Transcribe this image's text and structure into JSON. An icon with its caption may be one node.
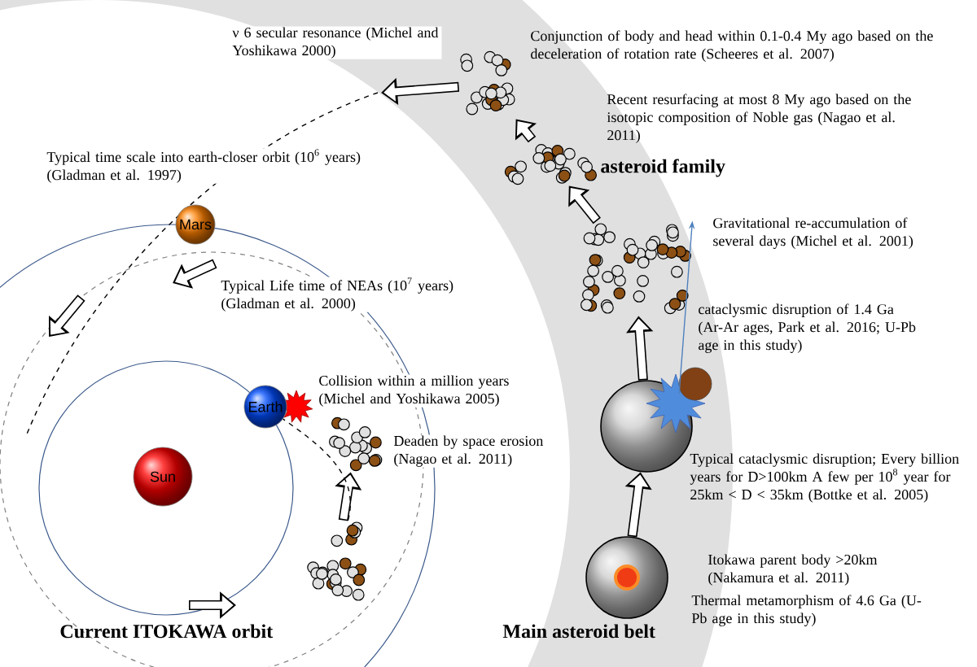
{
  "diagram": {
    "nodes": [
      {
        "text": [
          "Sun"
        ]
      },
      {
        "text": [
          "Earth"
        ]
      },
      {
        "text": [
          "Mars"
        ]
      },
      {
        "text": [],
        "shape": "circle"
      },
      {
        "text": [],
        "shape": "circle"
      },
      {
        "text": [],
        "shape": "picture"
      },
      {
        "text": [],
        "shape": "picture"
      },
      {
        "text": [],
        "shape": "picture"
      },
      {
        "text": [],
        "shape": "picture"
      },
      {
        "text": [],
        "shape": "picture"
      }
    ],
    "edges": [
      {
        "from": 4,
        "to": 3,
        "arrow": "to"
      },
      {
        "from": 3,
        "to": 5,
        "arrow": "to"
      },
      {
        "from": 5,
        "to": 6,
        "arrow": "to"
      },
      {
        "from": 6,
        "to": 7,
        "arrow": "to"
      },
      {
        "from": 7,
        "to": null,
        "arrow": "to"
      },
      {
        "from": 9,
        "to": 8,
        "arrow": "to"
      },
      {
        "from": 3,
        "to": 5,
        "arrow": "to",
        "color": "#4f81bd"
      },
      {
        "from": 9,
        "to": 1,
        "arrow": "none",
        "style": "dashed",
        "color": "#000000"
      }
    ],
    "labels": [
      "ν 6 secular resonance (Michel and Yoshikawa 2000)",
      "Conjunction of body and head within 0.1-0.4 My  ago based on the deceleration of rotation rate (Scheeres et al. 2007)",
      "Recent resurfacing at most 8 My  ago based on the isotopic composition of Noble gas (Nagao et al. 2011)",
      "asteroid family",
      "Typical time scale into earth-closer orbit (10$^{6}$ years) (Gladman et al. 1997)",
      "Gravitational re-accumulation of several days (Michel et al. 2001)",
      "Typical Life time of NEAs (10$^{7}$ years) (Gladman et al. 2000)",
      "cataclysmic disruption of 1.4 Ga (Ar-Ar ages, Park et al. 2016; U-Pb age in this study)",
      "Collision within a million years (Michel and Yoshikawa 2005)",
      "Deaden by space erosion (Nagao  et al. 2011)",
      "Typical cataclysmic disruption; Every billion years for D>100km A few  per 10$^{8}$ year for 25km < D < 35km (Bottke et al. 2005)",
      "Itokawa parent body >20km (Nakamura et al. 2011)",
      "Thermal metamorphism of 4.6 Ga (U-Pb age in this study)",
      "Current  ITOKAWA orbit",
      "Main asteroid belt"
    ]
  }
}
